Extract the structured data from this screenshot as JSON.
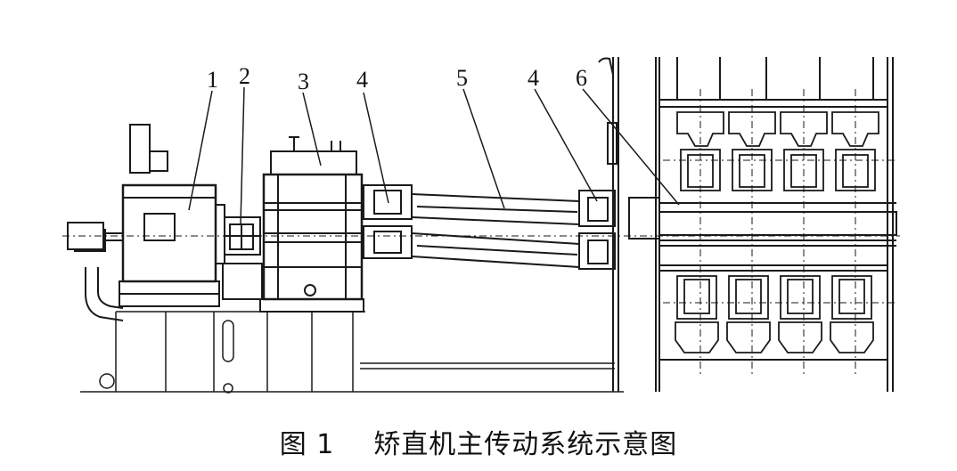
{
  "labels": {
    "motor": "1",
    "coupling": "2",
    "gearbox": "3",
    "joint_left": "4",
    "spindle": "5",
    "joint_right": "4",
    "stand": "6"
  },
  "caption": {
    "number": "图 1",
    "title": "矫直机主传动系统示意图"
  }
}
